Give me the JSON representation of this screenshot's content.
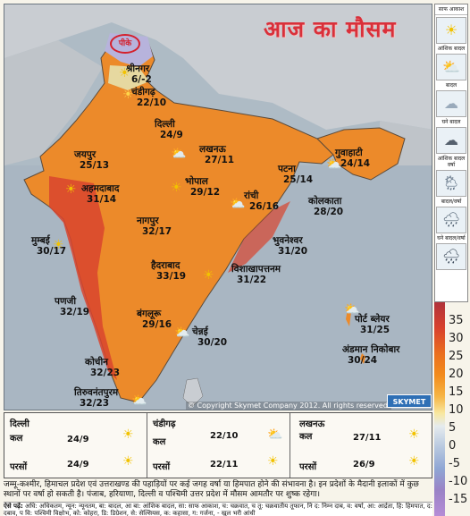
{
  "title": "आज का मौसम",
  "pin_label": "पीके",
  "cities": [
    {
      "name": "श्रीनगर",
      "temp": "6/-2"
    },
    {
      "name": "चंडीगढ़",
      "temp": "22/10"
    },
    {
      "name": "दिल्ली",
      "temp": "24/9"
    },
    {
      "name": "जयपुर",
      "temp": "25/13"
    },
    {
      "name": "लखनऊ",
      "temp": "27/11"
    },
    {
      "name": "पटना",
      "temp": "25/14"
    },
    {
      "name": "गुवाहाटी",
      "temp": "24/14"
    },
    {
      "name": "अहमदाबाद",
      "temp": "31/14"
    },
    {
      "name": "भोपाल",
      "temp": "29/12"
    },
    {
      "name": "रांची",
      "temp": "26/16"
    },
    {
      "name": "कोलकाता",
      "temp": "28/20"
    },
    {
      "name": "नागपुर",
      "temp": "32/17"
    },
    {
      "name": "मुम्बई",
      "temp": "30/17"
    },
    {
      "name": "भुवनेश्वर",
      "temp": "31/20"
    },
    {
      "name": "हैदराबाद",
      "temp": "33/19"
    },
    {
      "name": "विशाखापत्तनम",
      "temp": "31/22"
    },
    {
      "name": "पणजी",
      "temp": "32/19"
    },
    {
      "name": "बंगलूरू",
      "temp": "29/16"
    },
    {
      "name": "चेन्नई",
      "temp": "30/20"
    },
    {
      "name": "पोर्ट ब्लेयर",
      "temp": "31/25"
    },
    {
      "name": "अंडमान निकोबार",
      "temp": "30/24"
    },
    {
      "name": "कोचीन",
      "temp": "32/23"
    },
    {
      "name": "तिरुवनंतपुरम",
      "temp": "32/23"
    }
  ],
  "copyright": "© Copyright Skymet Company 2012. All rights reserved.",
  "brand": "SKYMET",
  "legend": {
    "items": [
      {
        "label": "साफ आकाश",
        "icon": "sun-icon",
        "glyph": "☀"
      },
      {
        "label": "आंशिक बादल",
        "icon": "partly-cloudy-icon",
        "glyph": "⛅"
      },
      {
        "label": "बादल",
        "icon": "cloud-icon",
        "glyph": "☁"
      },
      {
        "label": "घने बादल",
        "icon": "dense-cloud-icon",
        "glyph": "☁"
      },
      {
        "label": "आंशिक बादल वर्षा",
        "icon": "partly-cloudy-rain-icon",
        "glyph": "🌦"
      },
      {
        "label": "बादल/वर्षा",
        "icon": "cloud-rain-icon",
        "glyph": "🌧"
      },
      {
        "label": "घने बादल/वर्षा",
        "icon": "dense-cloud-rain-icon",
        "glyph": "🌧"
      }
    ],
    "scale": [
      "35",
      "30",
      "25",
      "20",
      "15",
      "10",
      "5",
      "0",
      "-5",
      "-10",
      "-15"
    ]
  },
  "forecast_table": {
    "columns": [
      {
        "city": "दिल्ली",
        "rows": [
          {
            "day": "कल",
            "temp": "24/9"
          },
          {
            "day": "परसों",
            "temp": "24/9"
          }
        ]
      },
      {
        "city": "चंडीगढ़",
        "rows": [
          {
            "day": "कल",
            "temp": "22/10"
          },
          {
            "day": "परसों",
            "temp": "22/11"
          }
        ]
      },
      {
        "city": "लखनऊ",
        "rows": [
          {
            "day": "कल",
            "temp": "27/11"
          },
          {
            "day": "परसों",
            "temp": "26/9"
          }
        ]
      }
    ]
  },
  "note": "जम्मू-कश्मीर, हिमाचल प्रदेश एवं उत्तराखण्ड की पहाड़ियों पर कई जगह वर्षा या हिमपात होने की संभावना है। इन प्रदेशों के मैदानी इलाकों में कुछ स्थानों पर वर्षा हो सकती है। पंजाब, हरियाणा, दिल्ली व पश्चिमी उत्तर प्रदेश में मौसम आमतौर पर शुष्क रहेगा।",
  "abbr_head": "ऐसे पढ़ें:",
  "abbr_text": "अधि: अधिकतम, न्यून: न्यूनतम, बा: बादल, आ बा: आंशिक बादल, सा: साफ आकाश, च: चक्रवात, च तू: चक्रवातीय तूफान, नि द: निम्न दाब, व: वर्षा, आ: आर्द्रता, हि: हिमपात, द: दबाव, प वि: पश्चिमी विक्षोभ, को: कोहरा, डि: डिग्रेशन, से: सेल्सियस, क: कहासा, ग: गर्जना, - खुल भरी आंधी"
}
